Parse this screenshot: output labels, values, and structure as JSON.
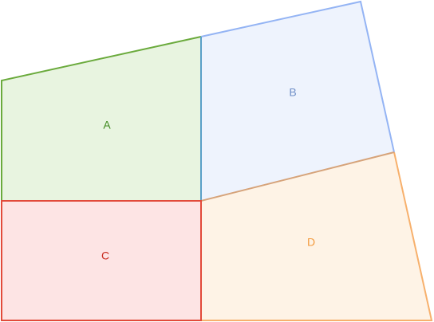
{
  "diagram": {
    "regions": [
      {
        "id": "A",
        "label": "A",
        "fill": "#e8f4e0",
        "stroke": "#6aaa3c",
        "text_color": "#3f8a1f"
      },
      {
        "id": "B",
        "label": "B",
        "fill": "#eef3fd",
        "stroke": "#94b4f4",
        "text_color": "#6f8fc7"
      },
      {
        "id": "C",
        "label": "C",
        "fill": "#fde4e4",
        "stroke": "#e24a3a",
        "text_color": "#c82a1e"
      },
      {
        "id": "D",
        "label": "D",
        "fill": "#fef3e6",
        "stroke": "#f7b06c",
        "text_color": "#f39a3e"
      }
    ]
  }
}
